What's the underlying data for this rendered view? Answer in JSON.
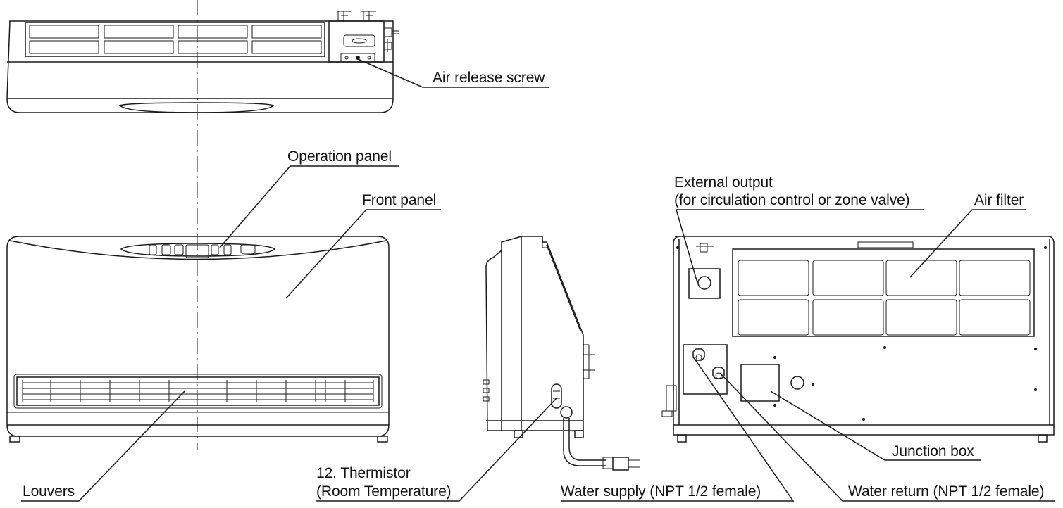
{
  "diagram": {
    "labels": {
      "air_release_screw": "Air release screw",
      "operation_panel": "Operation panel",
      "front_panel": "Front panel",
      "external_output_line1": "External output",
      "external_output_line2": "(for circulation control or zone valve)",
      "air_filter": "Air filter",
      "junction_box": "Junction box",
      "louvers": "Louvers",
      "thermistor_line1": "12. Thermistor",
      "thermistor_line2": "(Room Temperature)",
      "water_supply": "Water supply (NPT 1/2 female)",
      "water_return": "Water return (NPT 1/2 female)"
    },
    "views": [
      "top-view",
      "front-view",
      "side-view",
      "rear-view"
    ],
    "colors": {
      "line": "#1a1a1a",
      "background": "#ffffff"
    }
  }
}
